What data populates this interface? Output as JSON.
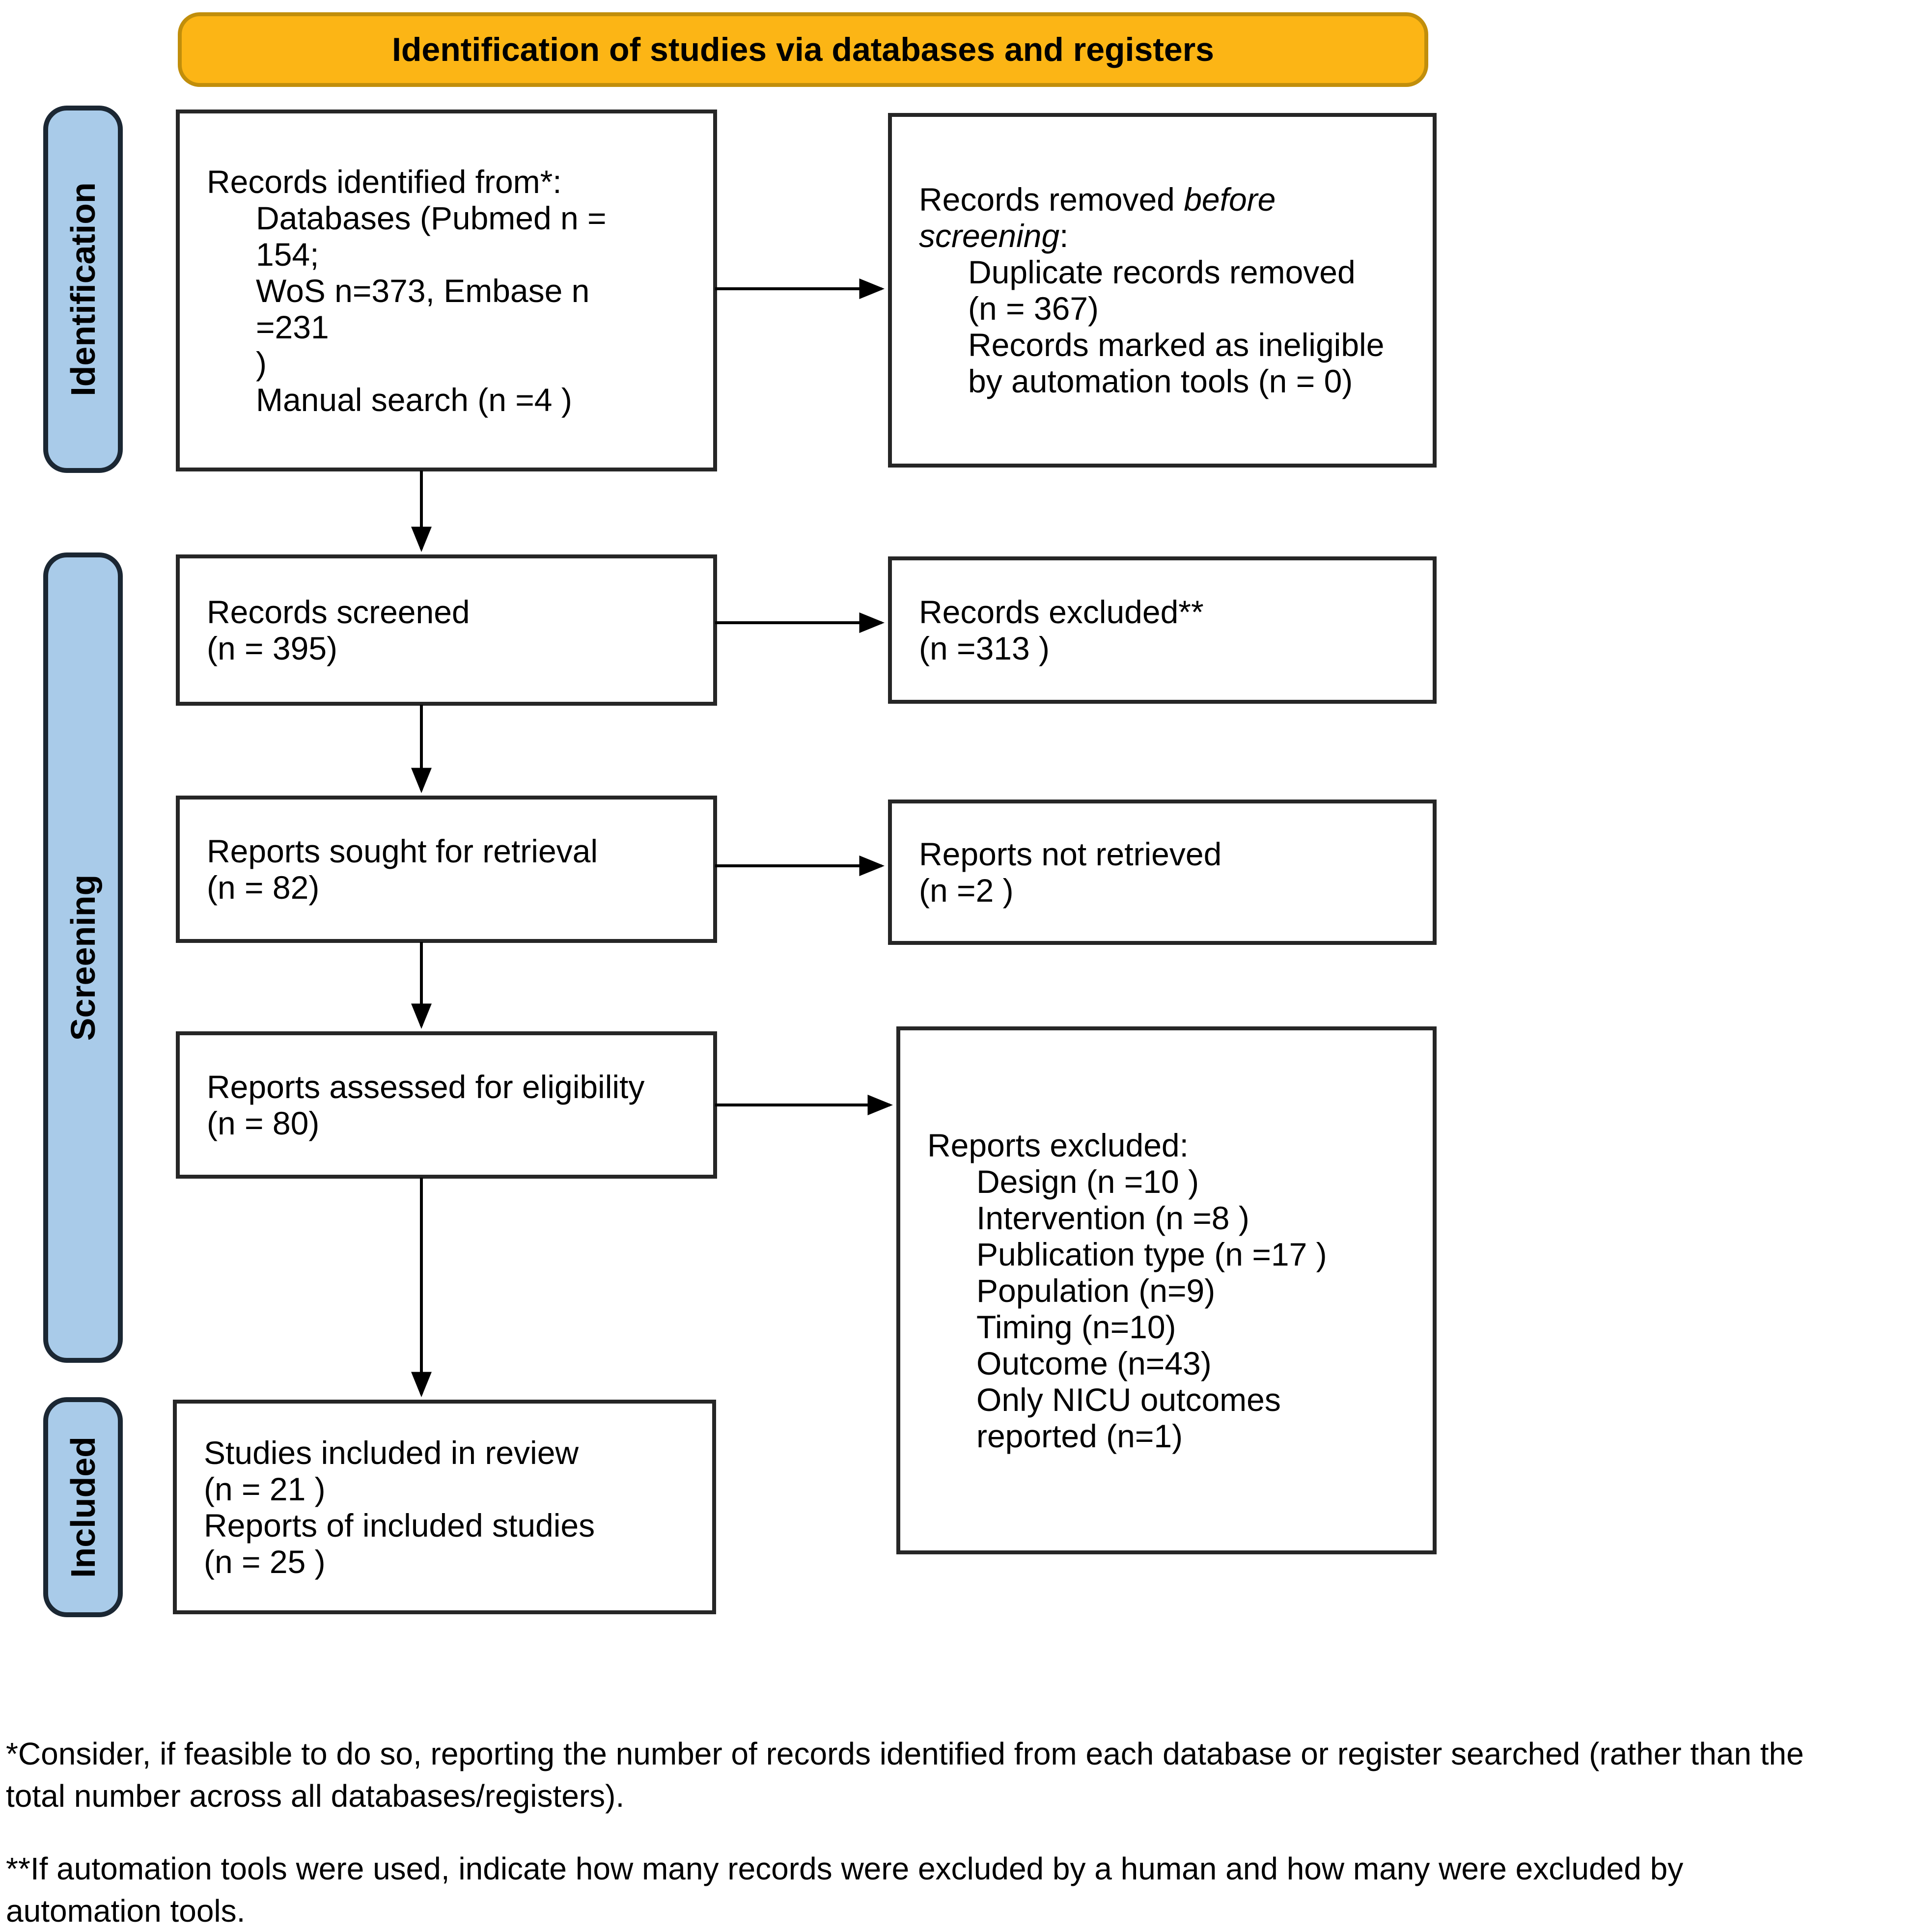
{
  "banner": {
    "label": "Identification of studies via databases and registers"
  },
  "stages": {
    "identification": "Identification",
    "screening": "Screening",
    "included": "Included"
  },
  "boxes": {
    "identified": {
      "lines": [
        {
          "t": "Records identified from*:"
        },
        {
          "t": "Databases (Pubmed n = 154;",
          "i": 1
        },
        {
          "t": "WoS n=373, Embase n =231",
          "i": 1
        },
        {
          "t": ")",
          "i": 1
        },
        {
          "t": "Manual search (n =4 )",
          "i": 1
        }
      ]
    },
    "removed": {
      "pre": "Records removed ",
      "italic": "before screening",
      "post": ":",
      "items": [
        {
          "t": "Duplicate records removed",
          "i": 1
        },
        {
          "t": "(n = 367)",
          "i": 1
        },
        {
          "t": "Records marked as ineligible",
          "i": 1
        },
        {
          "t": "by automation tools (n = 0)",
          "i": 1
        }
      ]
    },
    "screened": {
      "lines": [
        {
          "t": "Records screened"
        },
        {
          "t": "(n = 395)"
        }
      ]
    },
    "excluded_records": {
      "lines": [
        {
          "t": "Records excluded**"
        },
        {
          "t": "(n =313 )"
        }
      ]
    },
    "sought": {
      "lines": [
        {
          "t": "Reports sought for retrieval"
        },
        {
          "t": "(n = 82)"
        }
      ]
    },
    "not_retrieved": {
      "lines": [
        {
          "t": "Reports not retrieved"
        },
        {
          "t": "(n =2 )"
        }
      ]
    },
    "assessed": {
      "lines": [
        {
          "t": "Reports assessed for eligibility"
        },
        {
          "t": "(n = 80)"
        }
      ]
    },
    "excluded_reports": {
      "lines": [
        {
          "t": "Reports excluded:"
        },
        {
          "t": "Design (n =10 )",
          "i": 1
        },
        {
          "t": "Intervention (n =8 )",
          "i": 1
        },
        {
          "t": "Publication type (n =17 )",
          "i": 1
        },
        {
          "t": "Population (n=9)",
          "i": 1
        },
        {
          "t": "Timing (n=10)",
          "i": 1
        },
        {
          "t": "Outcome (n=43)",
          "i": 1
        },
        {
          "t": "Only NICU outcomes",
          "i": 1
        },
        {
          "t": "reported (n=1)",
          "i": 1
        }
      ]
    },
    "included": {
      "lines": [
        {
          "t": "Studies included in review"
        },
        {
          "t": "(n = 21 )"
        },
        {
          "t": "Reports of included studies"
        },
        {
          "t": "(n = 25 )"
        }
      ]
    }
  },
  "footnotes": {
    "first": {
      "lines": [
        "*Consider, if feasible to do so, reporting the number of records identified from each database or register searched (rather than the",
        "total number across all databases/registers)."
      ]
    },
    "second": {
      "lines": [
        "**If automation tools were used, indicate how many records were excluded by a human and how many were excluded by",
        "automation tools."
      ]
    }
  },
  "colors": {
    "banner_fill": "#FCB515",
    "banner_border": "#C18E0B",
    "stage_fill": "#A9CBE9",
    "stage_border": "#1B2733",
    "box_border": "#262626",
    "arrow": "#000000"
  }
}
